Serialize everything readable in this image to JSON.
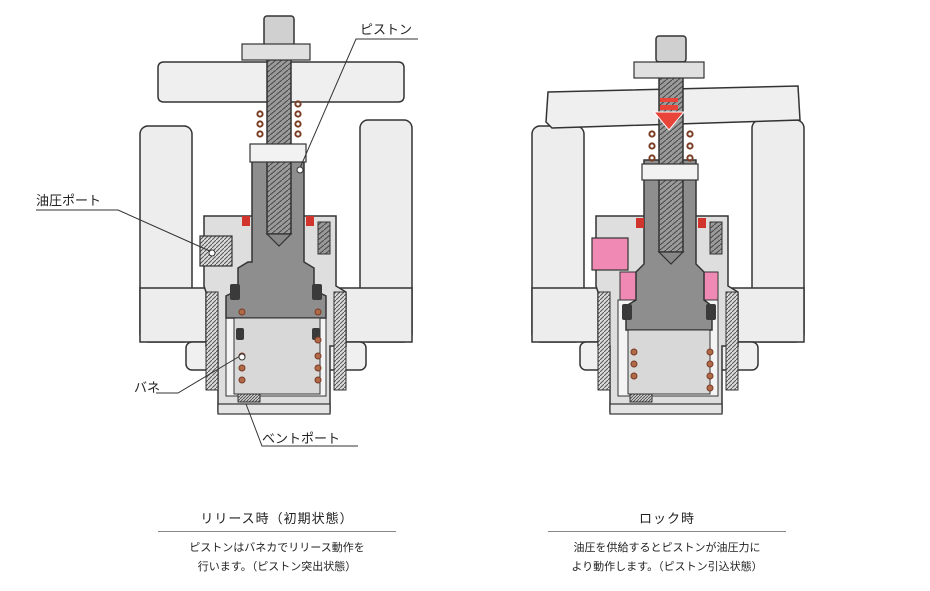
{
  "labels": {
    "piston": "ピストン",
    "oil_port": "油圧ポート",
    "spring": "バネ",
    "vent_port": "ベントポート"
  },
  "release": {
    "title": "リリース時（初期状態）",
    "desc_line1": "ピストンはバネカでリリース動作を",
    "desc_line2": "行います。（ピストン突出状態）"
  },
  "lock": {
    "title": "ロック時",
    "desc_line1": "油圧を供給するとピストンが油圧力に",
    "desc_line2": "より動作します。（ピストン引込状態）"
  },
  "colors": {
    "outline": "#333333",
    "body_light": "#ececec",
    "body_mid": "#d4d4d4",
    "piston_grey": "#8e8e8e",
    "seal_red": "#d0342c",
    "hydraulic_pink": "#f08ab4",
    "arrow_red": "#e8443a",
    "spring_brown": "#7a3d25"
  }
}
